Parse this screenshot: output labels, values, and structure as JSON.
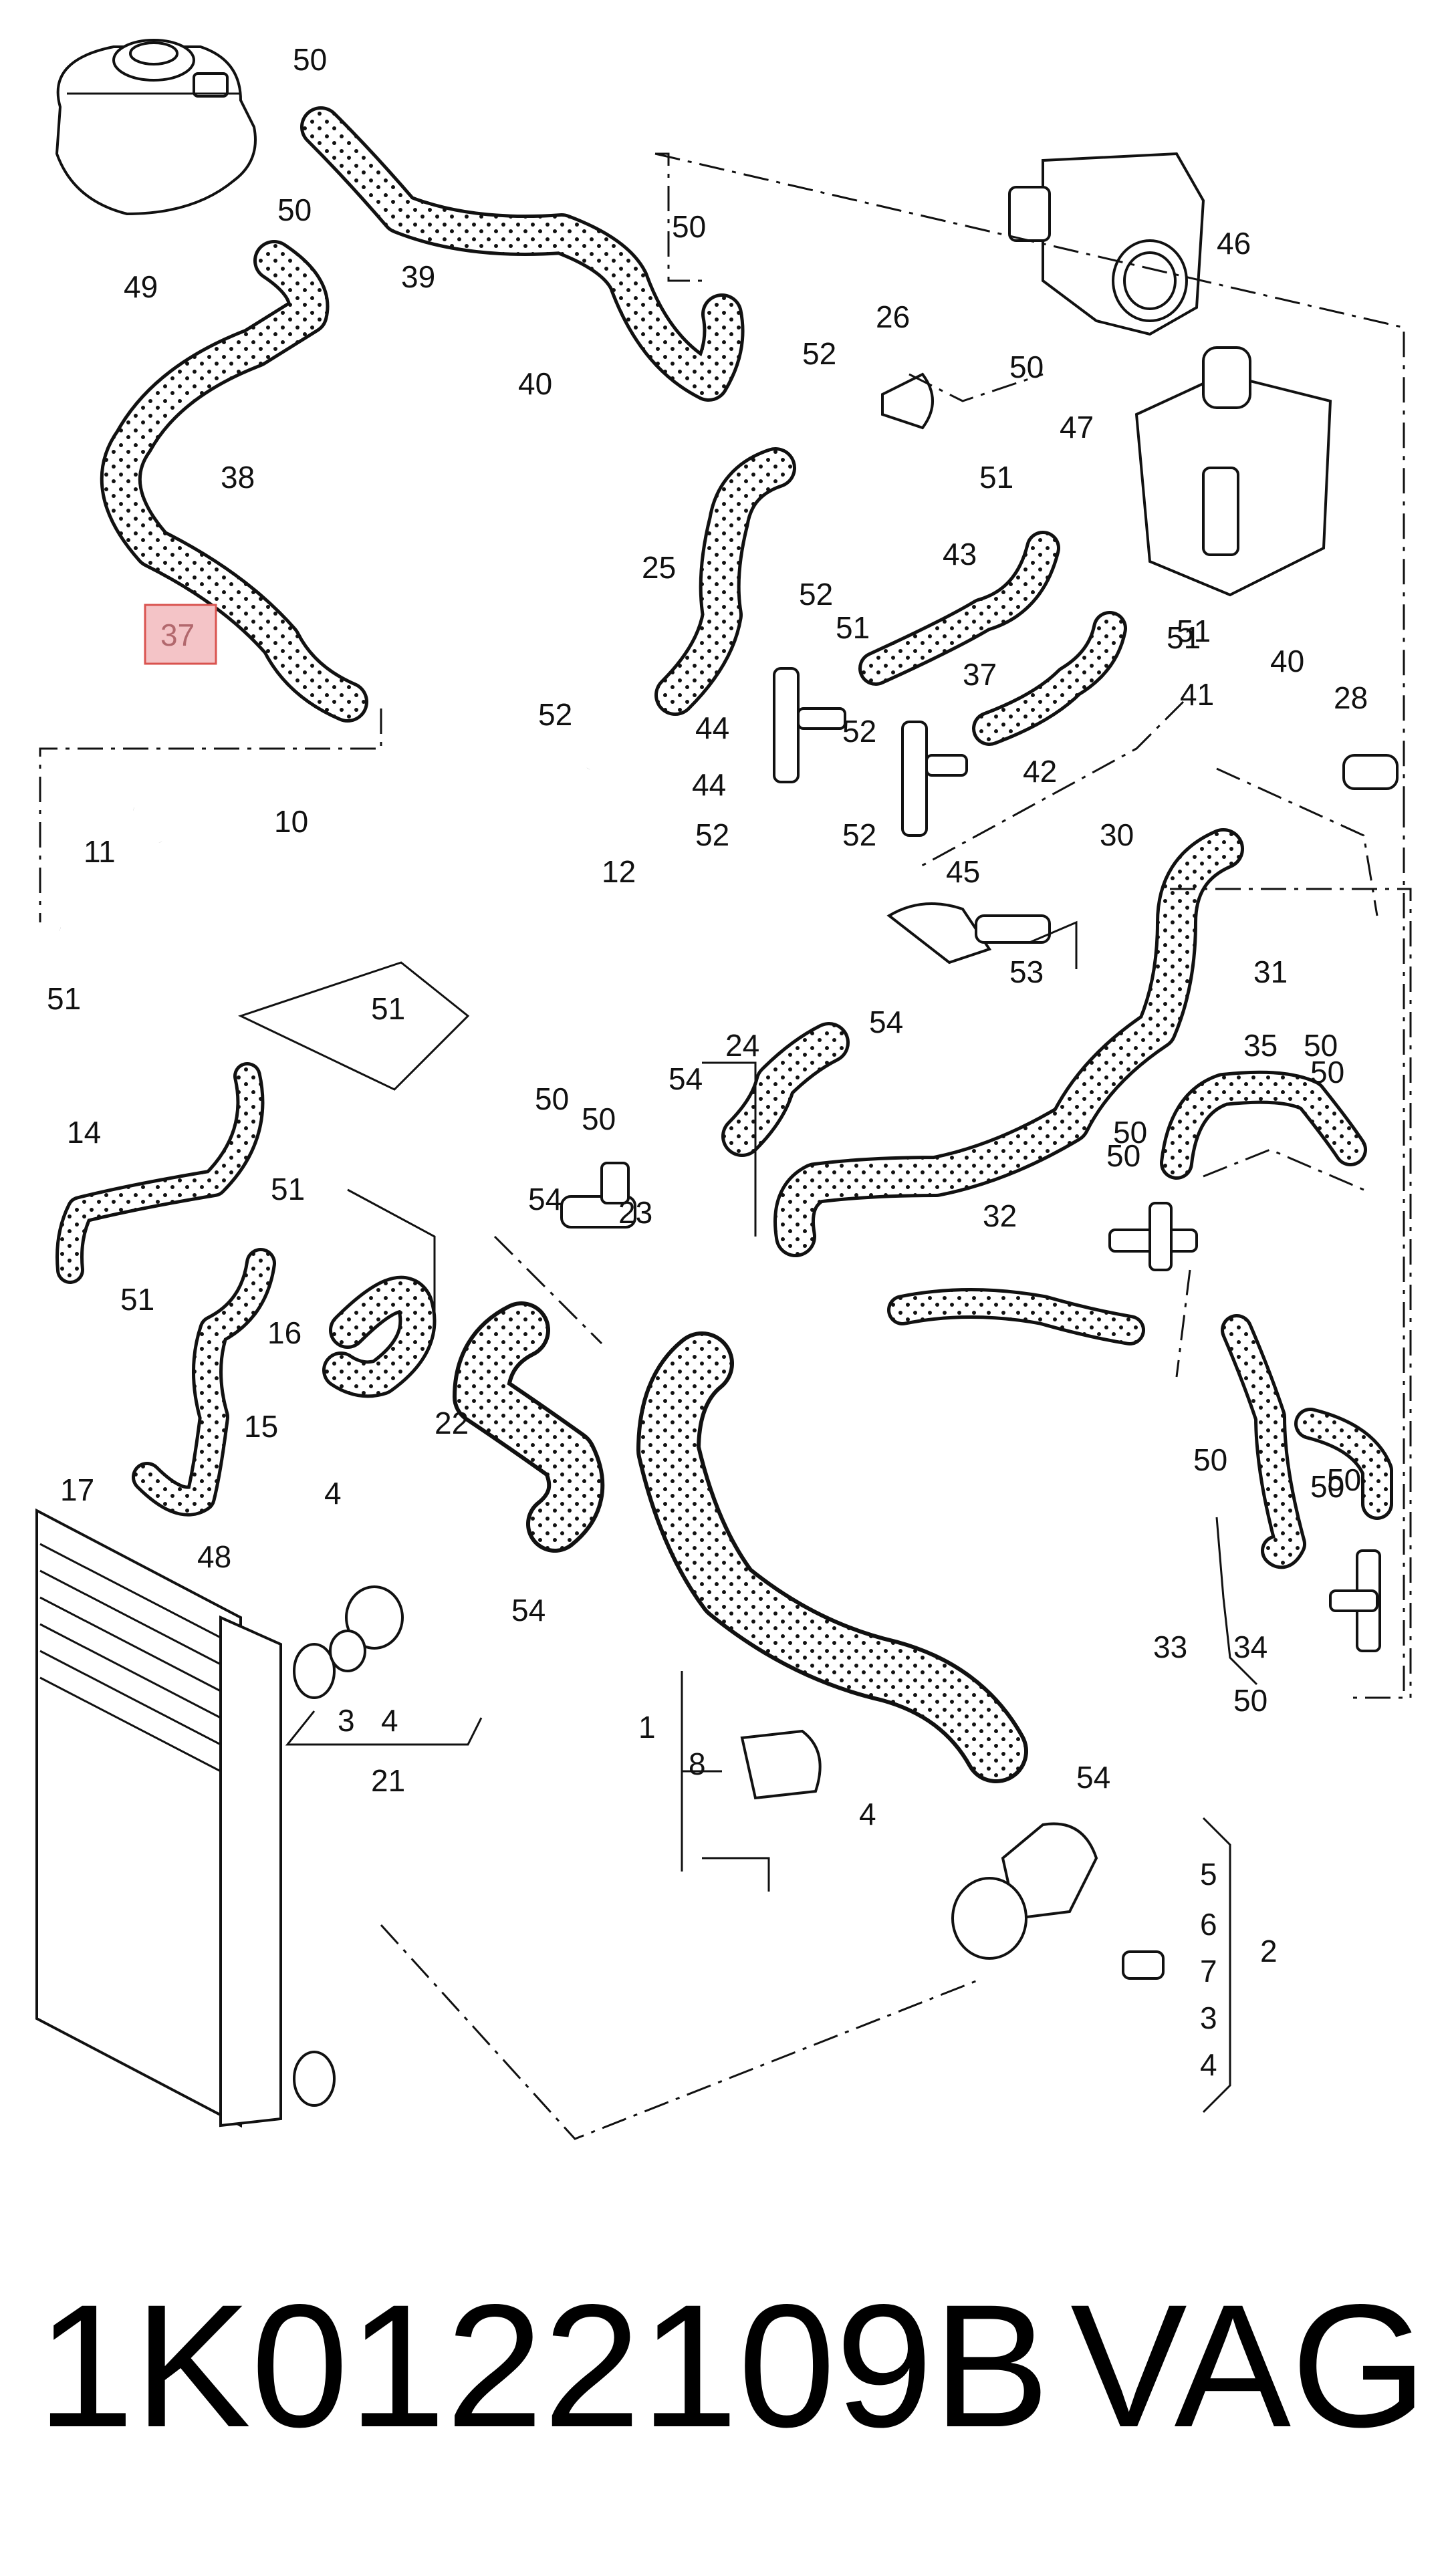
{
  "callouts": [
    "50",
    "50",
    "50",
    "50",
    "50",
    "50",
    "50",
    "50",
    "50",
    "49",
    "39",
    "46",
    "40",
    "26",
    "52",
    "47",
    "51",
    "38",
    "43",
    "25",
    "52",
    "51",
    "40",
    "37",
    "51",
    "52",
    "44",
    "41",
    "28",
    "42",
    "52",
    "44",
    "52",
    "11",
    "10",
    "52",
    "12",
    "30",
    "45",
    "51",
    "53",
    "31",
    "51",
    "24",
    "35",
    "50",
    "54",
    "54",
    "14",
    "50",
    "50",
    "51",
    "54",
    "23",
    "32",
    "51",
    "16",
    "15",
    "17",
    "22",
    "4",
    "48",
    "54",
    "50",
    "33",
    "34",
    "50",
    "3",
    "4",
    "21",
    "1",
    "8",
    "54",
    "4",
    "5",
    "6",
    "2",
    "7",
    "3",
    "4",
    "51"
  ],
  "highlighted_callout": "37",
  "footer": {
    "part_number": "1K0122109B",
    "brand": "VAG"
  },
  "colors": {
    "highlight_fill": "#f4c4c7",
    "highlight_stroke": "#d9534f",
    "line": "#111111",
    "background": "#ffffff"
  }
}
